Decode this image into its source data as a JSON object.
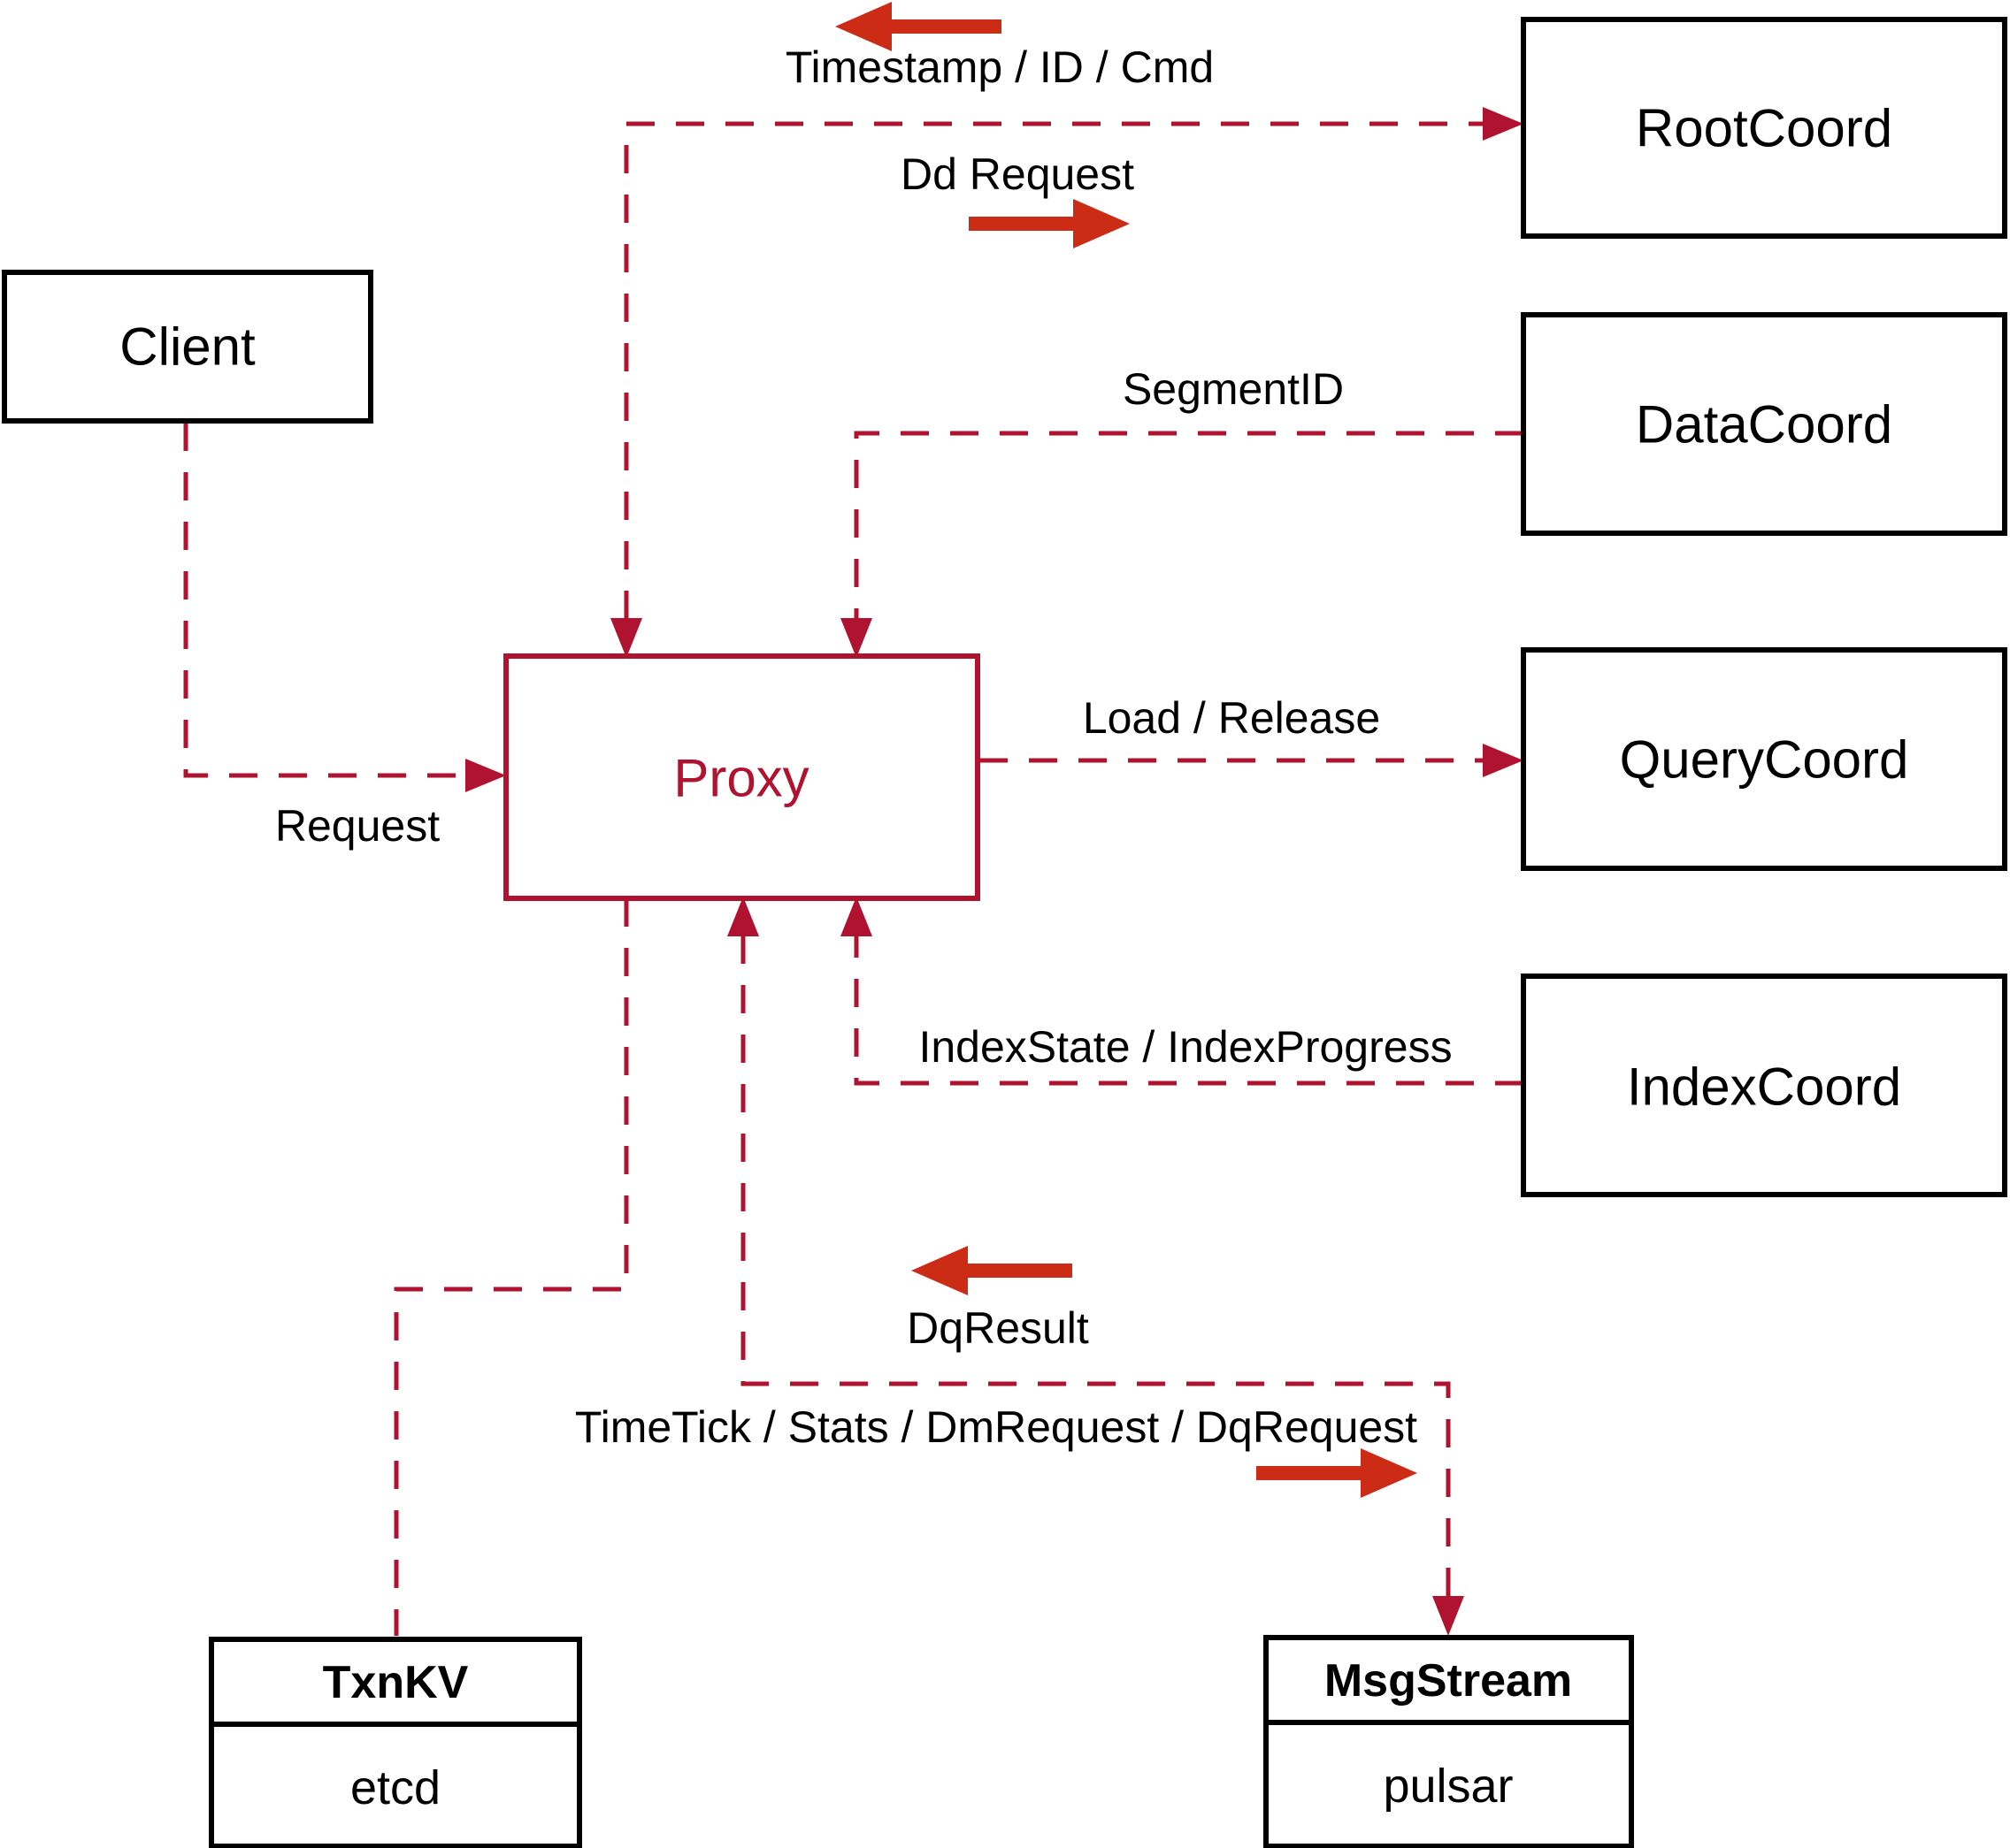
{
  "diagram": {
    "colors": {
      "connector": "#b01330",
      "solid_arrow": "#cc2b16",
      "box_border": "#000000",
      "text": "#000000",
      "background": "#ffffff"
    },
    "nodes": {
      "client": {
        "label": "Client"
      },
      "proxy": {
        "label": "Proxy"
      },
      "root_coord": {
        "label": "RootCoord"
      },
      "data_coord": {
        "label": "DataCoord"
      },
      "query_coord": {
        "label": "QueryCoord"
      },
      "index_coord": {
        "label": "IndexCoord"
      },
      "txn_kv": {
        "title": "TxnKV",
        "impl": "etcd"
      },
      "msg_stream": {
        "title": "MsgStream",
        "impl": "pulsar"
      }
    },
    "labels": {
      "timestamp_id_cmd": "Timestamp / ID / Cmd",
      "dd_request": "Dd Request",
      "segment_id": "SegmentID",
      "load_release": "Load / Release",
      "request": "Request",
      "index_state_progress": "IndexState / IndexProgress",
      "dq_result": "DqResult",
      "timetick_stats": "TimeTick / Stats / DmRequest / DqRequest"
    }
  }
}
